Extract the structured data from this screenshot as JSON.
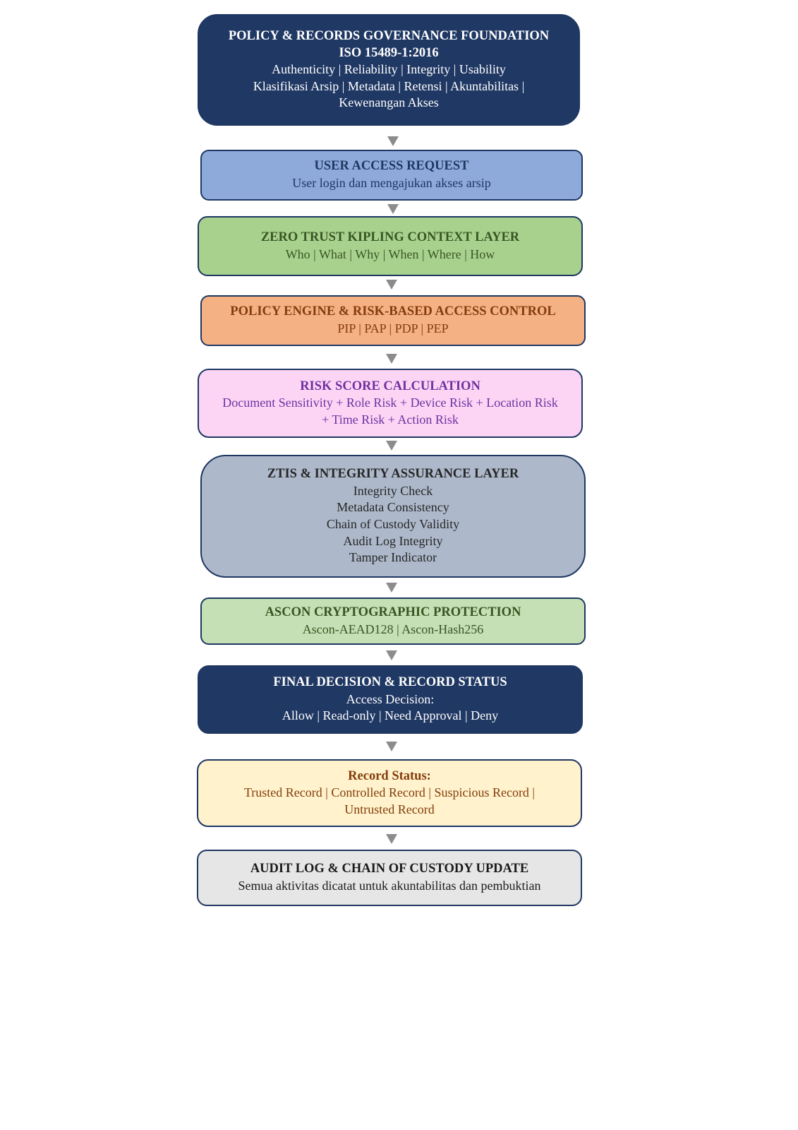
{
  "boxes": {
    "governance": {
      "title": "POLICY & RECORDS GOVERNANCE FOUNDATION",
      "subtitle": "ISO 15489-1:2016",
      "line1": "Authenticity | Reliability | Integrity | Usability",
      "line2": "Klasifikasi Arsip | Metadata | Retensi | Akuntabilitas |",
      "line3": "Kewenangan Akses"
    },
    "user_access": {
      "title": "USER ACCESS REQUEST",
      "line1": "User login dan mengajukan akses arsip"
    },
    "zero_trust": {
      "title": "ZERO TRUST KIPLING CONTEXT LAYER",
      "line1": "Who | What | Why | When | Where | How"
    },
    "policy_engine": {
      "title": "POLICY ENGINE & RISK-BASED ACCESS CONTROL",
      "line1": "PIP | PAP | PDP | PEP"
    },
    "risk_score": {
      "title": "RISK SCORE CALCULATION",
      "line1": "Document Sensitivity + Role Risk + Device Risk + Location Risk",
      "line2": "+ Time Risk + Action Risk"
    },
    "ztis": {
      "title": "ZTIS & INTEGRITY ASSURANCE LAYER",
      "items": [
        "Integrity Check",
        "Metadata Consistency",
        "Chain of Custody Validity",
        "Audit Log Integrity",
        "Tamper Indicator"
      ]
    },
    "ascon": {
      "title": "ASCON CRYPTOGRAPHIC PROTECTION",
      "line1": "Ascon-AEAD128 | Ascon-Hash256"
    },
    "final_decision": {
      "title": "FINAL DECISION & RECORD STATUS",
      "line1": "Access Decision:",
      "line2": "Allow | Read-only | Need Approval | Deny"
    },
    "record_status": {
      "title": "Record Status:",
      "line1": "Trusted Record | Controlled Record | Suspicious Record |",
      "line2": "Untrusted Record"
    },
    "audit_log": {
      "title": "AUDIT LOG & CHAIN OF CUSTODY UPDATE",
      "line1": "Semua aktivitas dicatat untuk akuntabilitas dan pembuktian"
    }
  },
  "colors": {
    "navy": "#203864",
    "border": "#1f3763",
    "arrow": "#8c8c8c",
    "blue": "#8eaadb",
    "green": "#a9d18e",
    "orange": "#f4b183",
    "pink": "#fcd5f5",
    "gray_blue": "#adb9ca",
    "light_green": "#c5e0b4",
    "cream": "#fff2cc",
    "light_gray": "#e7e6e6"
  }
}
